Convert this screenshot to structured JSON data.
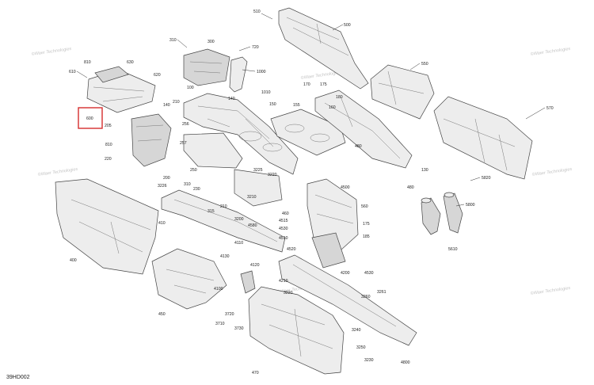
{
  "figure_code": "39HD002",
  "highlight_color": "#d62e2e",
  "watermark_text": [
    "©Waer Technologies",
    "Waer Technologies"
  ],
  "callouts": [
    {
      "id": "c510",
      "text": "510"
    },
    {
      "id": "c500",
      "text": "500"
    },
    {
      "id": "c310",
      "text": "310"
    },
    {
      "id": "c300",
      "text": "300"
    },
    {
      "id": "c720",
      "text": "720"
    },
    {
      "id": "c1000",
      "text": "1000"
    },
    {
      "id": "c630",
      "text": "630"
    },
    {
      "id": "c610",
      "text": "610"
    },
    {
      "id": "c620",
      "text": "620"
    },
    {
      "id": "c810",
      "text": "810"
    },
    {
      "id": "c550",
      "text": "550"
    },
    {
      "id": "c175",
      "text": "175"
    },
    {
      "id": "c170",
      "text": "170"
    },
    {
      "id": "c180",
      "text": "180"
    },
    {
      "id": "c1010",
      "text": "1010"
    },
    {
      "id": "c100",
      "text": "100"
    },
    {
      "id": "c140a",
      "text": "140"
    },
    {
      "id": "c140b",
      "text": "140"
    },
    {
      "id": "c210a",
      "text": "210"
    },
    {
      "id": "c205",
      "text": "205"
    },
    {
      "id": "c150",
      "text": "150"
    },
    {
      "id": "c155",
      "text": "155"
    },
    {
      "id": "c160",
      "text": "160"
    },
    {
      "id": "c570",
      "text": "570"
    },
    {
      "id": "c256",
      "text": "256"
    },
    {
      "id": "c810b",
      "text": "810"
    },
    {
      "id": "c220",
      "text": "220"
    },
    {
      "id": "c257",
      "text": "257"
    },
    {
      "id": "c480a",
      "text": "480"
    },
    {
      "id": "c250",
      "text": "250"
    },
    {
      "id": "c200",
      "text": "200"
    },
    {
      "id": "c3225",
      "text": "3225"
    },
    {
      "id": "c3220a",
      "text": "3220"
    },
    {
      "id": "c130",
      "text": "130"
    },
    {
      "id": "c5820",
      "text": "5820"
    },
    {
      "id": "c3226",
      "text": "3226"
    },
    {
      "id": "c310b",
      "text": "310"
    },
    {
      "id": "c230",
      "text": "230"
    },
    {
      "id": "c4500",
      "text": "4500"
    },
    {
      "id": "c480b",
      "text": "480"
    },
    {
      "id": "c3210",
      "text": "3210"
    },
    {
      "id": "c210b",
      "text": "210"
    },
    {
      "id": "c5800",
      "text": "5800"
    },
    {
      "id": "c315",
      "text": "315"
    },
    {
      "id": "c460",
      "text": "460"
    },
    {
      "id": "c560",
      "text": "560"
    },
    {
      "id": "c3200",
      "text": "3200"
    },
    {
      "id": "c410",
      "text": "410"
    },
    {
      "id": "c4515",
      "text": "4515"
    },
    {
      "id": "c175b",
      "text": "175"
    },
    {
      "id": "c4580",
      "text": "4580"
    },
    {
      "id": "c4530",
      "text": "4530"
    },
    {
      "id": "c185",
      "text": "185"
    },
    {
      "id": "c4510",
      "text": "4510"
    },
    {
      "id": "c4110",
      "text": "4110"
    },
    {
      "id": "c4520",
      "text": "4520"
    },
    {
      "id": "c5610",
      "text": "5610"
    },
    {
      "id": "c400",
      "text": "400"
    },
    {
      "id": "c4130",
      "text": "4130"
    },
    {
      "id": "c4120",
      "text": "4120"
    },
    {
      "id": "c4200",
      "text": "4200"
    },
    {
      "id": "c4530b",
      "text": "4530"
    },
    {
      "id": "c4210",
      "text": "4210"
    },
    {
      "id": "c4100",
      "text": "4100"
    },
    {
      "id": "c3220b",
      "text": "3220"
    },
    {
      "id": "c3261",
      "text": "3261"
    },
    {
      "id": "c3260",
      "text": "3260"
    },
    {
      "id": "c450",
      "text": "450"
    },
    {
      "id": "c3720",
      "text": "3720"
    },
    {
      "id": "c3710",
      "text": "3710"
    },
    {
      "id": "c3730",
      "text": "3730"
    },
    {
      "id": "c3240",
      "text": "3240"
    },
    {
      "id": "c3250",
      "text": "3250"
    },
    {
      "id": "c3230",
      "text": "3230"
    },
    {
      "id": "c4800",
      "text": "4800"
    },
    {
      "id": "c470",
      "text": "470"
    },
    {
      "id": "c600",
      "text": "600"
    }
  ]
}
